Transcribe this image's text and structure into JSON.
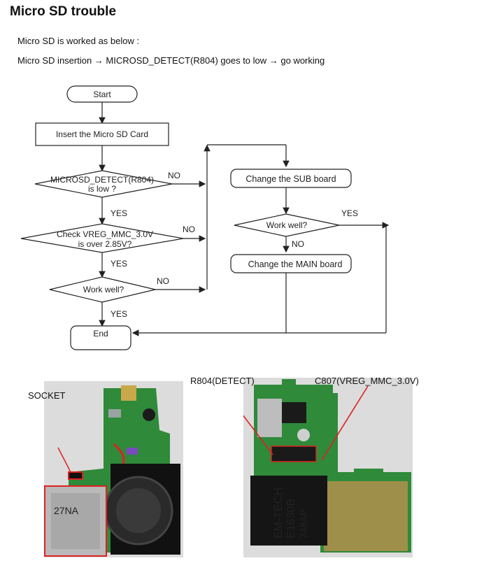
{
  "title": "Micro SD trouble",
  "intro": "Micro SD is worked as below :",
  "sequence": "Micro SD insertion → MICROSD_DETECT(R804) goes to low → go working",
  "flow": {
    "start": "Start",
    "insert": "Insert the Micro SD Card",
    "detect_line1": "MICROSD_DETECT(R804)",
    "detect_line2": "is low ?",
    "check_line1": "Check VREG_MMC_3.0V",
    "check_line2": "is over 2.85V?",
    "work1": "Work well?",
    "end": "End",
    "change_sub": "Change the SUB board",
    "work2": "Work well?",
    "change_main": "Change the MAIN board",
    "yes": "YES",
    "no": "NO"
  },
  "photos": {
    "socket_label": "SOCKET",
    "r804_label": "R804(DETECT)",
    "c807_label": "C807(VREG_MMC_3.0V)",
    "card_text": "27NA",
    "chip_line1": "EM-TECH",
    "chip_line2": "E1630B",
    "chip_line3": "748AP"
  },
  "colors": {
    "board_green": "#2f8a3a",
    "highlight_red": "#e02020",
    "photo_bg": "#dcdcdc"
  }
}
